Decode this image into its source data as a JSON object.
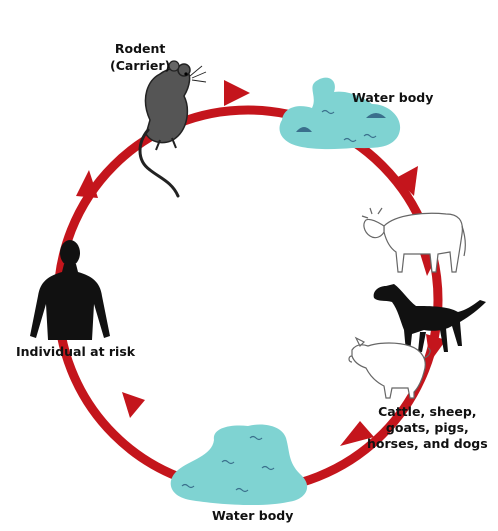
{
  "labels": {
    "rodent_title": "Rodent",
    "rodent_subtitle": "(Carrier)",
    "water_top": "Water body",
    "water_bottom": "Water body",
    "individual": "Individual at risk",
    "animals": [
      "Cattle, sheep,",
      "goats, pigs,",
      "horses, and dogs"
    ]
  },
  "colors": {
    "cycle_arrow": "#c4151c",
    "water": "#7fd3d2",
    "water_marks": "#3a6f8c",
    "silhouette": "#111111",
    "rat": "#555555"
  },
  "icons": [
    "rat-icon",
    "water-body-icon",
    "cow-icon",
    "dog-icon",
    "pig-icon",
    "person-icon"
  ]
}
